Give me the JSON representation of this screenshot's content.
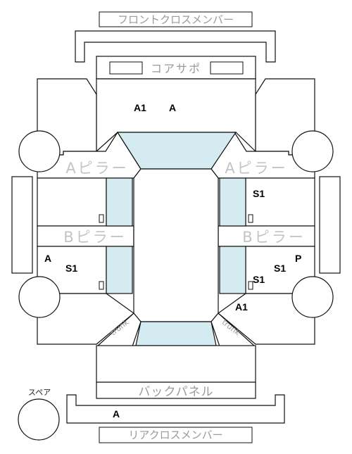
{
  "labels": {
    "front_cross_member": "フロントクロスメンバー",
    "core_support": "コアサポ",
    "a_pillar": "Aピラー",
    "b_pillar": "Bピラー",
    "back_panel": "バックパネル",
    "rear_cross_member": "リアクロスメンバー",
    "spare": "スペア",
    "trunk": "trunk"
  },
  "damage_codes": {
    "hood_a1": "A1",
    "hood_a": "A",
    "right_front_door_s1": "S1",
    "left_rear_a": "A",
    "left_rear_s1": "S1",
    "right_rear_s1_a": "S1",
    "right_rear_p": "P",
    "right_rear_s1_b": "S1",
    "right_rear_fender_a1": "A1",
    "rear_bumper_a": "A"
  },
  "colors": {
    "glass": "#d4ebf1",
    "outline": "#111111",
    "label_grey": "#9a9a9a",
    "pillar_grey": "#c4c4c4"
  }
}
